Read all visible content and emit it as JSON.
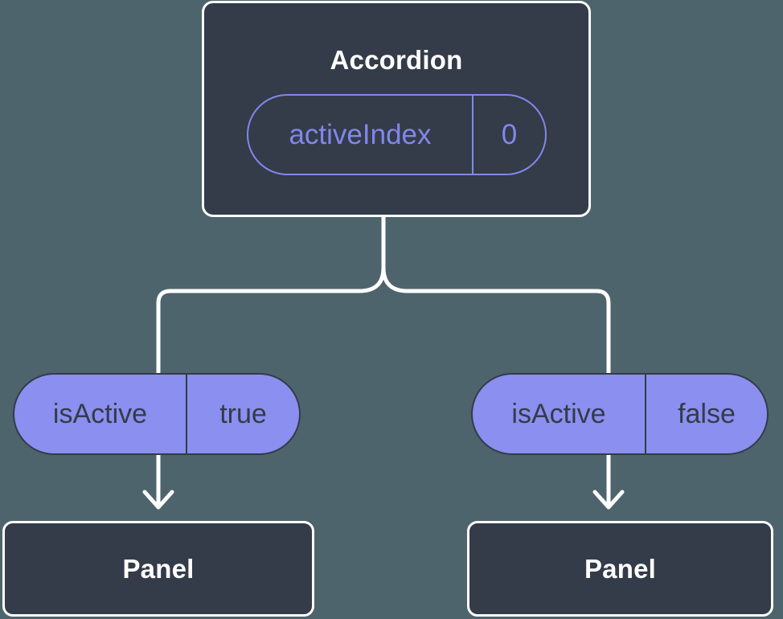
{
  "diagram": {
    "type": "component-state-tree",
    "root": {
      "label": "Accordion",
      "prop_name": "activeIndex",
      "prop_value": "0"
    },
    "left_child": {
      "prop_name": "isActive",
      "prop_value": "true",
      "panel_label": "Panel"
    },
    "right_child": {
      "prop_name": "isActive",
      "prop_value": "false",
      "panel_label": "Panel"
    },
    "colors": {
      "background": "#4e646d",
      "node_fill": "#343b49",
      "node_border": "#ffffff",
      "pill_fill": "#8b8fef",
      "accent_purple": "#8287ea",
      "dark_text": "#343b49",
      "connector": "#ffffff"
    }
  }
}
